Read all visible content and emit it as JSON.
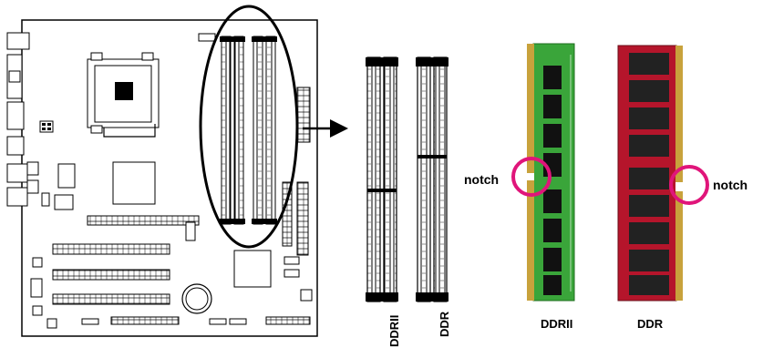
{
  "labels": {
    "notch_left": "notch",
    "notch_right": "notch",
    "slot_ddr2": "DDRII",
    "slot_ddr": "DDR",
    "module_ddr2": "DDRII",
    "module_ddr": "DDR"
  },
  "colors": {
    "highlight_circle": "#e0157a",
    "ddr2_pcb": "#3aa53a",
    "ddr_pcb": "#b5152b",
    "chip": "#111111",
    "gold_contacts": "#c8a23c",
    "outline": "#000000"
  },
  "icons": [
    "arrow-right-icon",
    "ellipse-highlight-icon",
    "notch-circle-icon"
  ]
}
